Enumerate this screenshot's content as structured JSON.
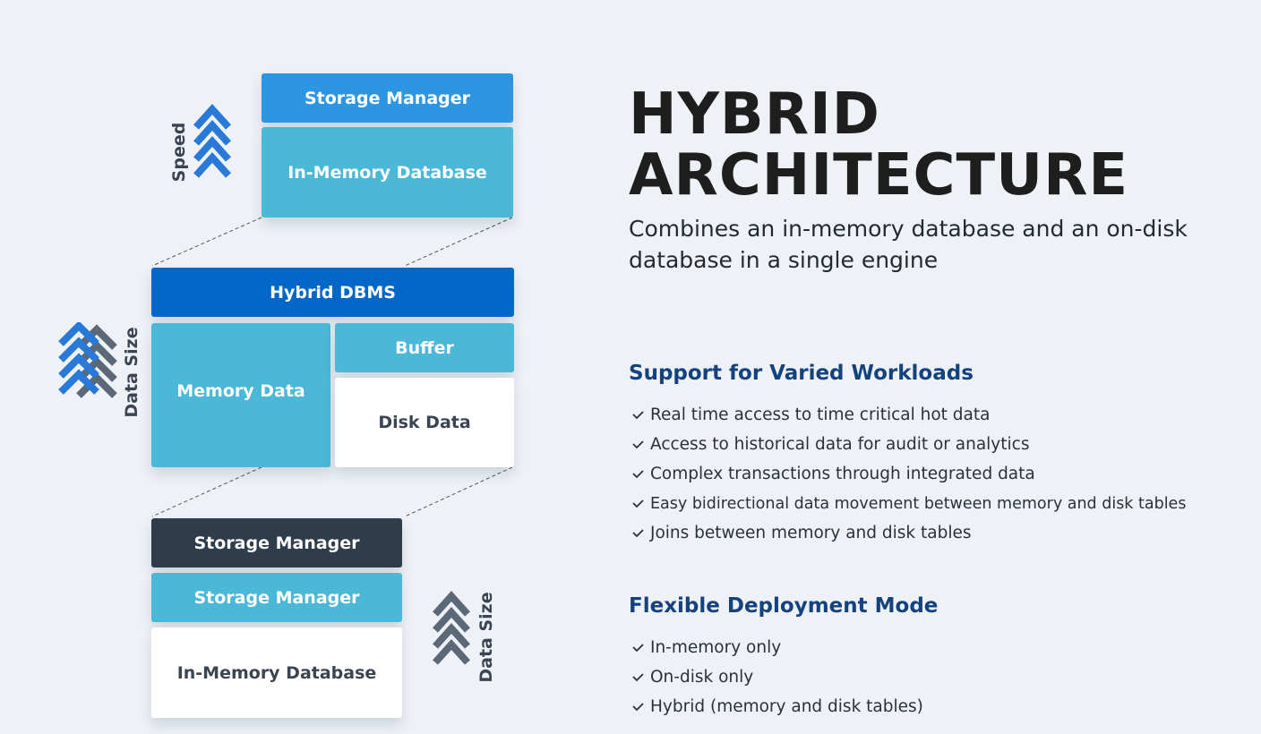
{
  "diagram": {
    "top": {
      "speed_label": "Speed",
      "storage_manager": "Storage Manager",
      "in_memory_db": "In-Memory Database"
    },
    "middle": {
      "data_size_label": "Data Size",
      "hybrid_dbms": "Hybrid DBMS",
      "memory_data": "Memory Data",
      "buffer": "Buffer",
      "disk_data": "Disk Data"
    },
    "bottom": {
      "data_size_label": "Data Size",
      "storage_manager_dark": "Storage Manager",
      "storage_manager": "Storage Manager",
      "in_memory_db": "In-Memory Database"
    },
    "colors": {
      "blue": "#2d96e3",
      "teal": "#4ab8d6",
      "navy": "#0367c8",
      "dark": "#2e3c4c",
      "chevron_blue": "#2979d8",
      "chevron_gray": "#5b6878"
    }
  },
  "heading": {
    "title_line1": "HYBRID",
    "title_line2": "ARCHITECTURE",
    "subtitle": "Combines an in-memory database and an on-disk database in a single engine"
  },
  "sections": [
    {
      "title": "Support for Varied Workloads",
      "items": [
        "Real time access to time critical hot data",
        "Access to historical data for audit or analytics",
        "Complex transactions through integrated data",
        "Easy bidirectional data movement between memory and disk tables",
        "Joins between memory and disk tables"
      ]
    },
    {
      "title": "Flexible Deployment Mode",
      "items": [
        "In-memory only",
        "On-disk only",
        "Hybrid (memory and disk tables)"
      ]
    }
  ]
}
